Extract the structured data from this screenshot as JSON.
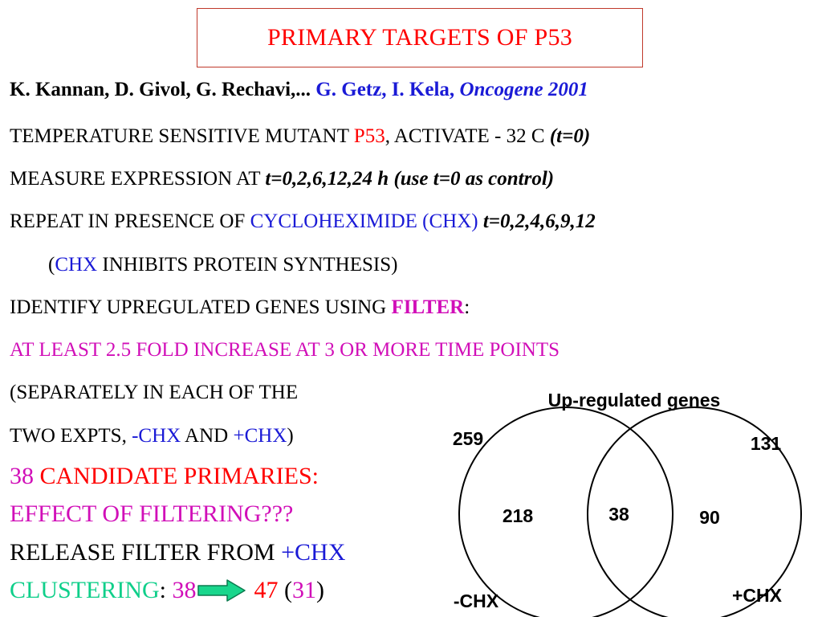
{
  "title": "PRIMARY TARGETS OF P53",
  "authors": {
    "black": "K. Kannan, D. Givol, G. Rechavi,...",
    "blue": "G. Getz, I. Kela,",
    "journal": "Oncogene 2001"
  },
  "line_temperature": {
    "a": "TEMPERATURE SENSITIVE MUTANT ",
    "p53": "P53",
    "b": ", ACTIVATE - 32 C ",
    "c": "(t=0)"
  },
  "line_measure": {
    "a": "MEASURE EXPRESSION AT ",
    "b": "t=0,2,6,12,24 h  (use t=0 as control)"
  },
  "line_repeat": {
    "a": "REPEAT IN PRESENCE OF ",
    "b": "CYCLOHEXIMIDE (CHX)",
    "c": " t=0,2,4,6,9,12"
  },
  "line_chx": {
    "open": "(",
    "chx": "CHX",
    "rest": " INHIBITS PROTEIN SYNTHESIS)"
  },
  "line_identify": {
    "a": "IDENTIFY UPREGULATED GENES USING ",
    "filter": "FILTER",
    "b": ":"
  },
  "line_atleast": "AT LEAST 2.5 FOLD INCREASE AT 3 OR MORE TIME POINTS",
  "line_separately": "(SEPARATELY IN EACH OF THE",
  "line_twoexpts": {
    "a": "TWO EXPTS, ",
    "minus": "-CHX",
    "and": " AND ",
    "plus": "+CHX",
    "close": ")"
  },
  "line_candidates": {
    "num": "38",
    "text": " CANDIDATE PRIMARIES:"
  },
  "line_effect": "EFFECT OF FILTERING???",
  "line_release": {
    "a": "RELEASE FILTER FROM ",
    "b": "+CHX"
  },
  "line_clustering": {
    "label": "CLUSTERING",
    "colon": ": ",
    "from": "38",
    "to": "47",
    "paren_open": " (",
    "sub": "31",
    "paren_close": ")"
  },
  "venn": {
    "title": "Up-regulated genes",
    "left_total": "259",
    "right_total": "131",
    "left_only": "218",
    "overlap": "38",
    "right_only": "90",
    "left_label": "-CHX",
    "right_label": "+CHX"
  },
  "colors": {
    "red": "#ff0000",
    "blue": "#1a1ad6",
    "magenta": "#d10fb8",
    "green": "#0fcf8a"
  }
}
